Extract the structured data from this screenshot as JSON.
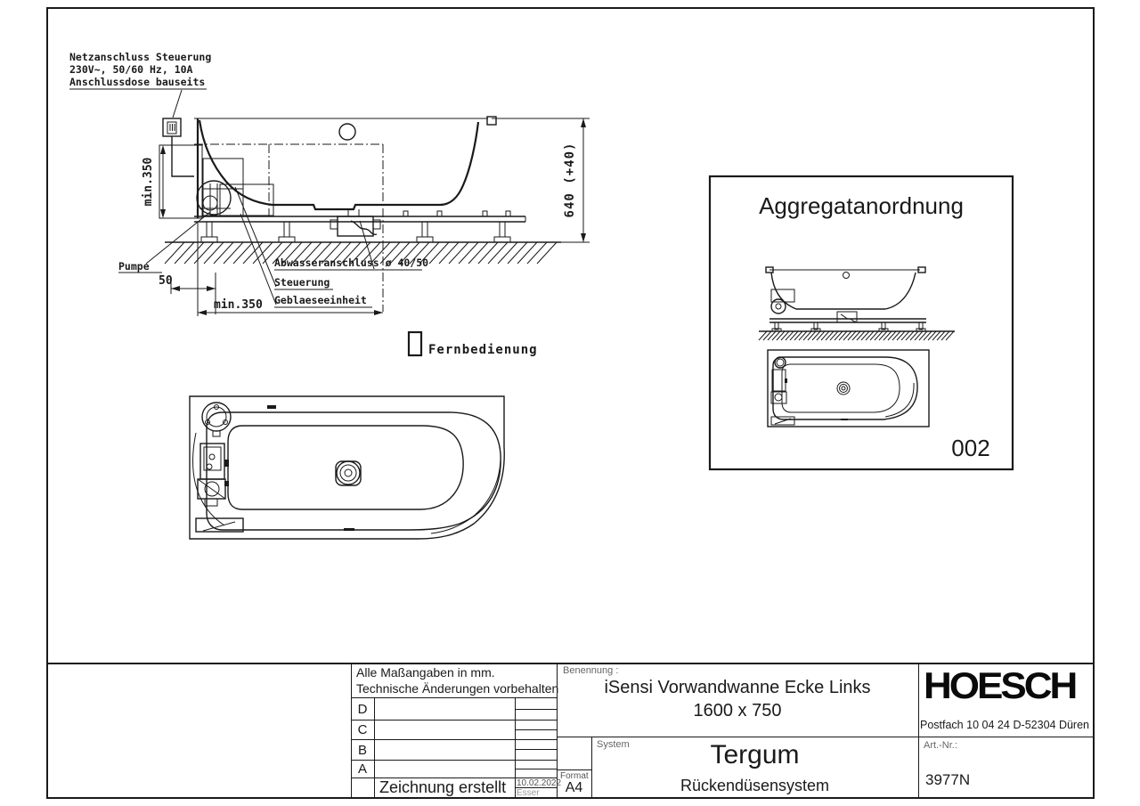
{
  "colors": {
    "ink": "#1a1a1a",
    "paper": "#ffffff",
    "muted": "#666666",
    "light": "#999999"
  },
  "annotations": {
    "power_note_line1": "Netzanschluss Steuerung",
    "power_note_line2": "230V~, 50/60 Hz, 10A",
    "power_note_line3": "Anschlussdose bauseits",
    "dim_min350_vertical": "min.350",
    "dim_50": "50",
    "dim_min350_horizontal": "min.350",
    "dim_height": "640 (+40)",
    "label_pumpe": "Pumpe",
    "label_abwasser": "Abwasseranschluss ø 40/50",
    "label_steuerung": "Steuerung",
    "label_geblaese": "Geblaeseeinheit",
    "label_remote": "Fernbedienung"
  },
  "aggregat_panel": {
    "title": "Aggregatanordnung",
    "number": "002"
  },
  "title_block": {
    "note_line1": "Alle Maßangaben in mm.",
    "note_line2": "Technische Änderungen vorbehalten",
    "revisions": [
      "D",
      "C",
      "B",
      "A"
    ],
    "created_label": "Zeichnung erstellt",
    "created_date": "10.02.2022",
    "created_by": "Esser",
    "format_label": "Format",
    "format_value": "A4",
    "name_label": "Benennung :",
    "name_line1": "iSensi Vorwandwanne Ecke Links",
    "name_line2": "1600 x 750",
    "system_label": "System",
    "system_name": "Tergum",
    "system_subtitle": "Rückendüsensystem",
    "brand": "HOESCH",
    "address_left": "Postfach 10 04 24",
    "address_right": "D-52304 Düren",
    "artno_label": "Art.-Nr.:",
    "artno_value": "3977N"
  }
}
